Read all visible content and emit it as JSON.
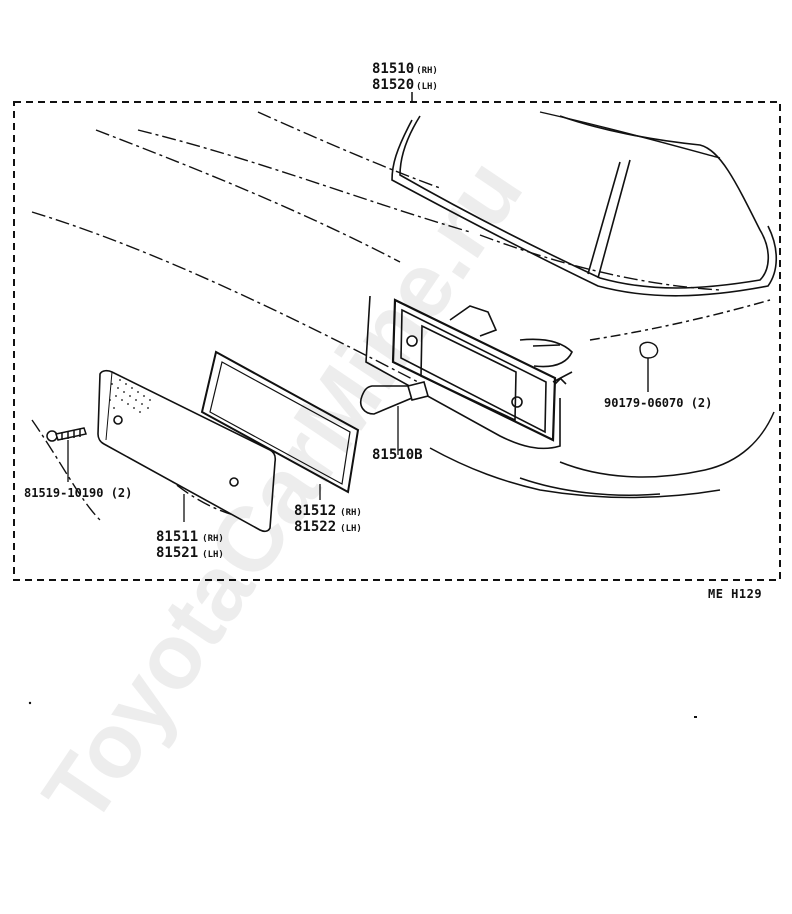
{
  "diagram": {
    "callouts": {
      "assembly_num_rh": "81510",
      "assembly_side_rh": "(RH)",
      "assembly_num_lh": "81520",
      "assembly_side_lh": "(LH)",
      "clip": "90179-06070 (2)",
      "bulb": "81510B",
      "screw": "81519-10190 (2)",
      "gasket_num_rh": "81512",
      "gasket_side_rh": "(RH)",
      "gasket_num_lh": "81522",
      "gasket_side_lh": "(LH)",
      "lens_num_rh": "81511",
      "lens_side_rh": "(RH)",
      "lens_num_lh": "81521",
      "lens_side_lh": "(LH)"
    },
    "reference_code": "ME  H129"
  },
  "watermark": "ToyotaCarMine.ru",
  "colors": {
    "ink": "#111111",
    "paper": "#ffffff"
  }
}
